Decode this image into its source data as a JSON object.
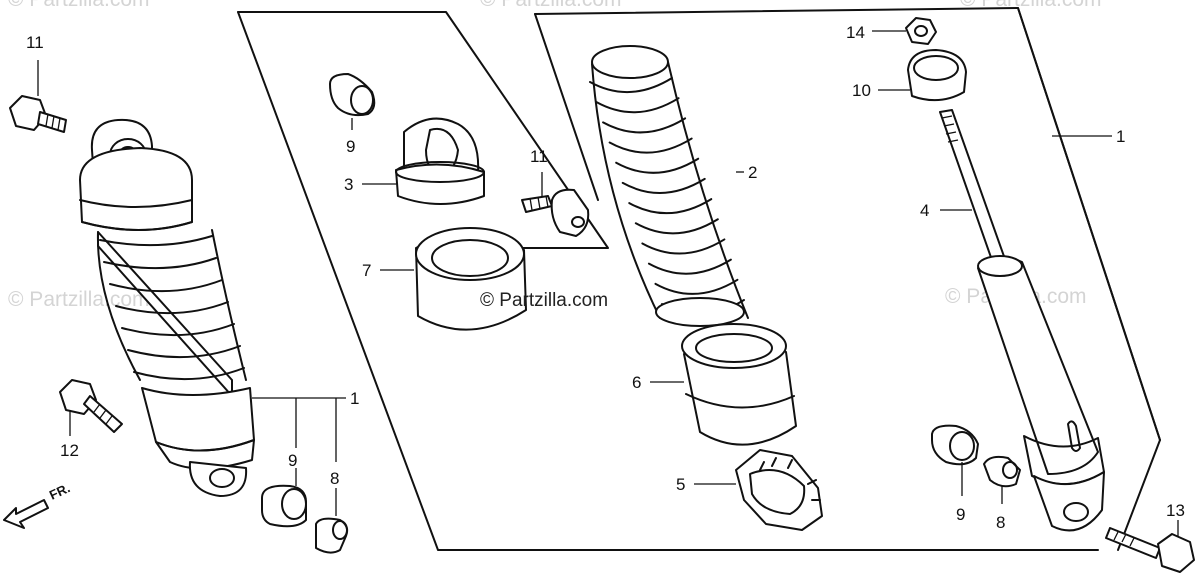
{
  "diagram": {
    "watermark_center": "© Partzilla.com",
    "watermark_faint_left": "© Partzilla.com",
    "watermark_faint_right": "© Partzilla.com",
    "watermark_faint_top_left": "© Partzilla.com",
    "watermark_faint_top_mid": "© Partzilla.com",
    "watermark_faint_top_right": "© Partzilla.com",
    "front_arrow_label": "FR.",
    "callouts": {
      "c11_left": "11",
      "c12": "12",
      "c9_bottom_left": "9",
      "c8_bottom_left": "8",
      "c1_left": "1",
      "c9_top": "9",
      "c3": "3",
      "c7": "7",
      "c11_mid": "11",
      "c2": "2",
      "c6": "6",
      "c5": "5",
      "c14": "14",
      "c10": "10",
      "c1_right": "1",
      "c4": "4",
      "c9_right": "9",
      "c8_right": "8",
      "c13": "13"
    }
  }
}
